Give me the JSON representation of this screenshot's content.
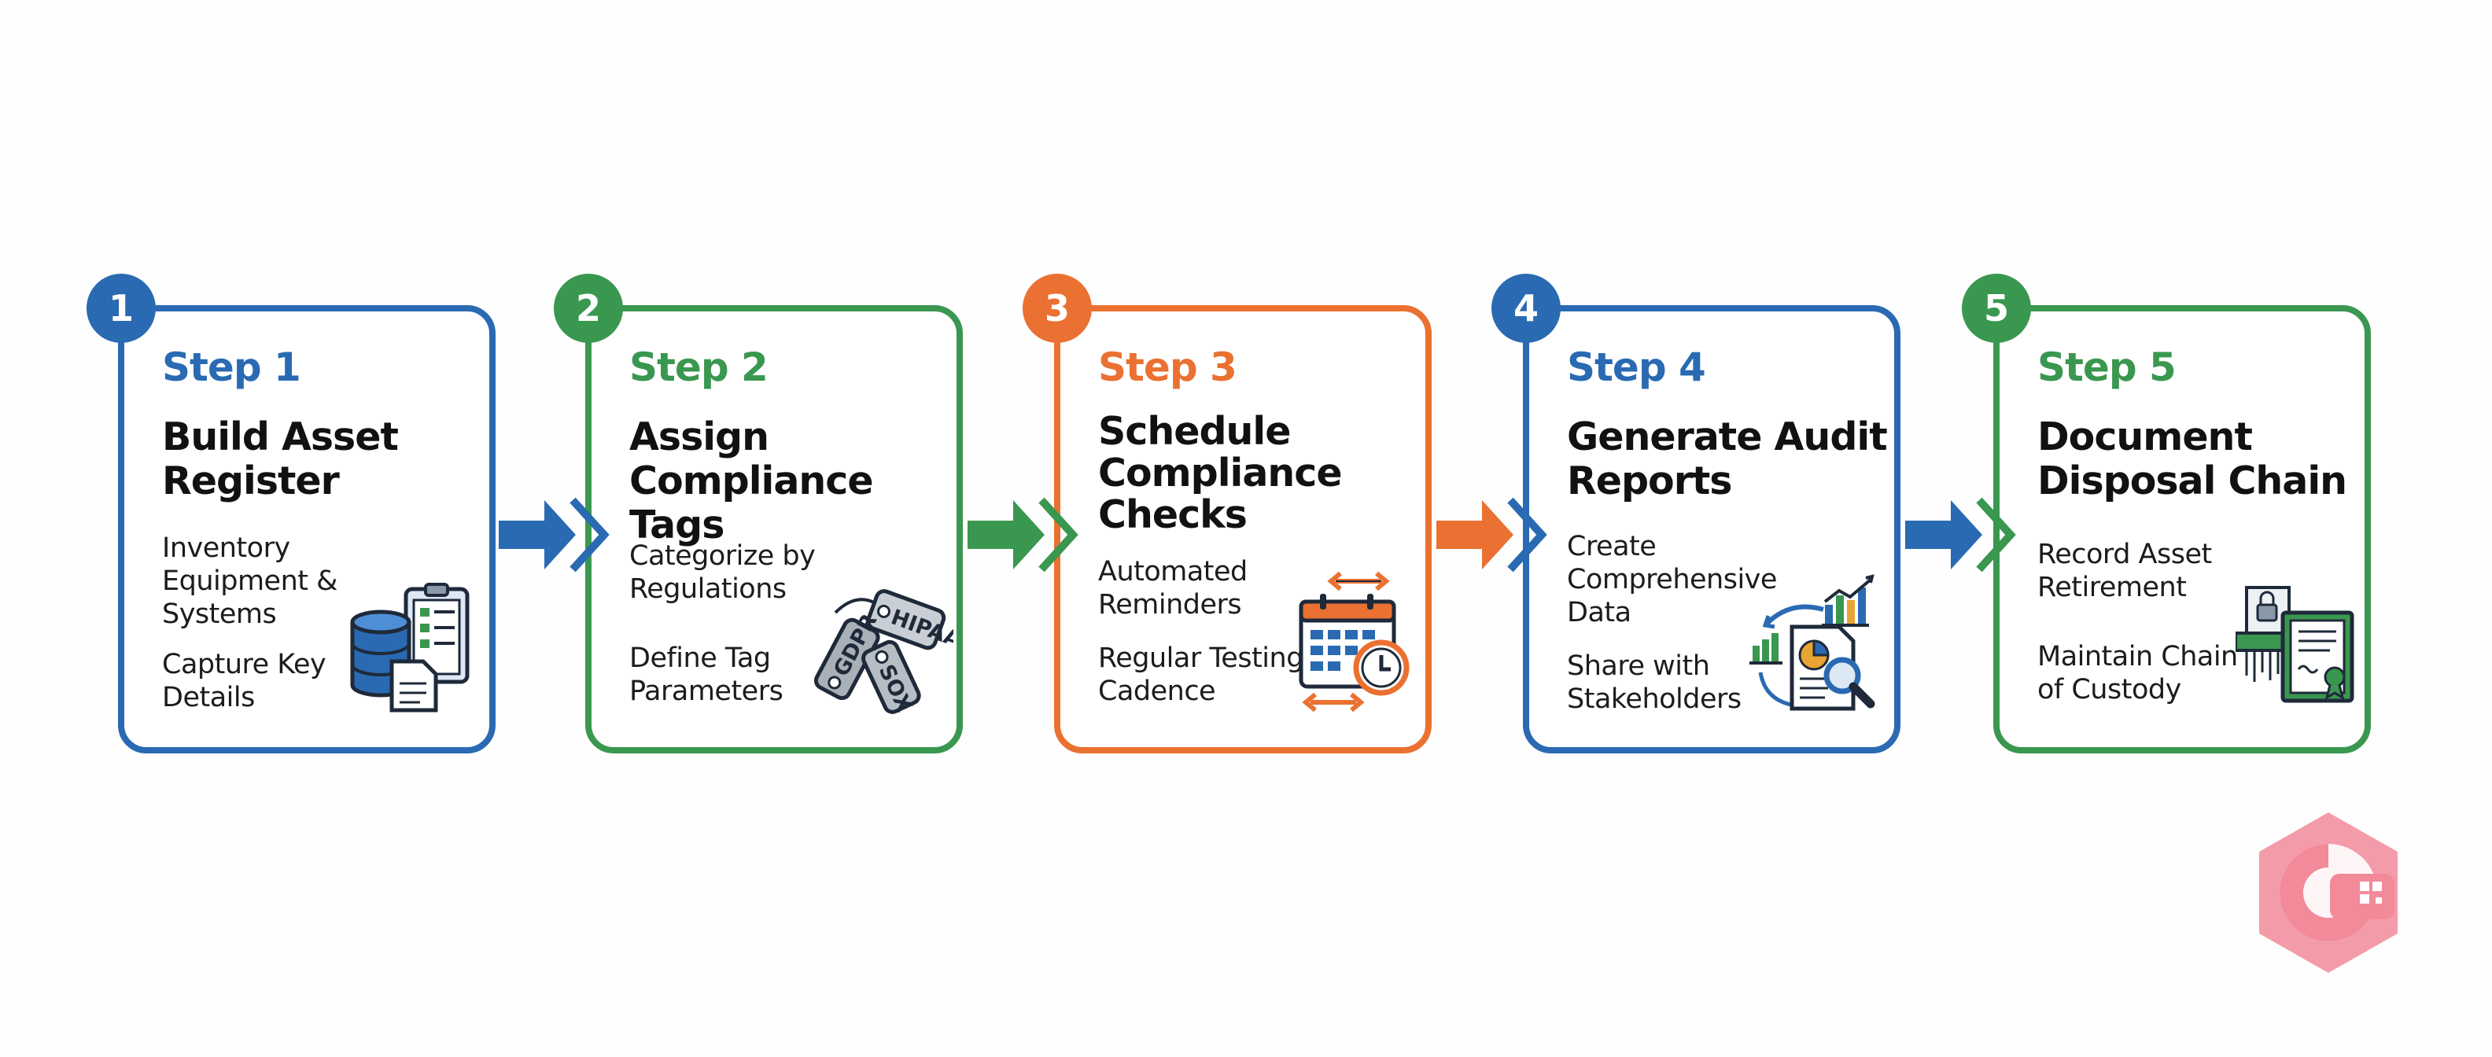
{
  "colors": {
    "blue": "#2a6ab2",
    "green": "#3a974f",
    "orange": "#ea7131",
    "dark": "#1e2a3a"
  },
  "steps": [
    {
      "number": "1",
      "label": "Step 1",
      "title": "Build Asset Register",
      "items": [
        "Inventory Equipment & Systems",
        "Capture Key Details"
      ],
      "icon": "database-clipboard-icon",
      "color": "blue"
    },
    {
      "number": "2",
      "label": "Step 2",
      "title": "Assign Compliance Tags",
      "items": [
        "Categorize by Regulations",
        "Define Tag Parameters"
      ],
      "icon": "compliance-tags-icon",
      "tags": [
        "HIPAA",
        "GDPR",
        "SOX"
      ],
      "color": "green"
    },
    {
      "number": "3",
      "label": "Step 3",
      "title": "Schedule Compliance Checks",
      "items": [
        "Automated Reminders",
        "Regular Testing Cadence"
      ],
      "icon": "calendar-clock-icon",
      "color": "orange"
    },
    {
      "number": "4",
      "label": "Step 4",
      "title": "Generate Audit Reports",
      "items": [
        "Create Comprehensive Data",
        "Share with Stakeholders"
      ],
      "icon": "report-analytics-icon",
      "color": "blue"
    },
    {
      "number": "5",
      "label": "Step 5",
      "title": "Document Disposal Chain",
      "items": [
        "Record Asset Retirement",
        "Maintain Chain of Custody"
      ],
      "icon": "shredder-certificate-icon",
      "color": "green"
    }
  ],
  "connectors": [
    "blue",
    "green",
    "orange",
    "blue"
  ],
  "watermark": {
    "icon": "logo-watermark-icon",
    "color": "#f28a9a"
  }
}
